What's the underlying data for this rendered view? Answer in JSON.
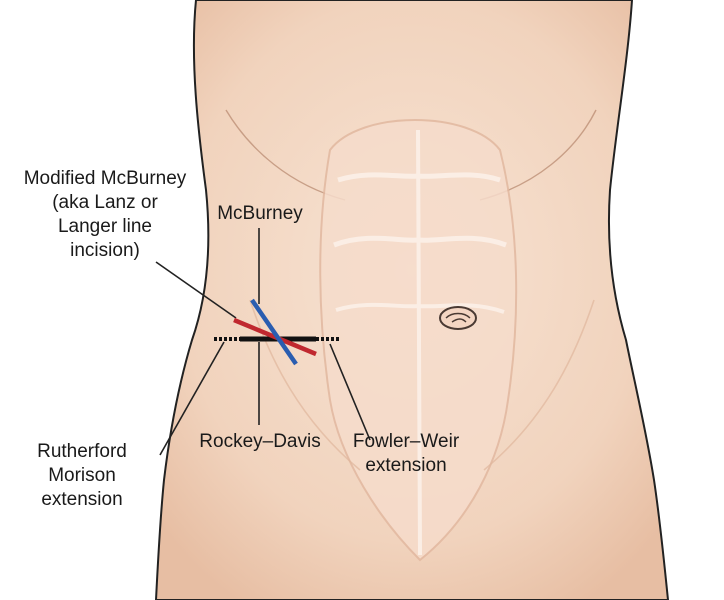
{
  "labels": {
    "modified_mcburney": "Modified McBurney\n(aka Lanz or\nLanger line\nincision)",
    "mcburney": "McBurney",
    "rutherford_morison": "Rutherford\nMorison\nextension",
    "rockey_davis": "Rockey–Davis",
    "fowler_weir": "Fowler–Weir\nextension"
  },
  "colors": {
    "skin": "#f3d9c6",
    "skin_shadow": "#e3bea5",
    "outline": "#222222",
    "modified_mcburney_incision": "#c0282f",
    "mcburney_incision": "#2a5db0",
    "rockey_davis_incision": "#111111"
  }
}
